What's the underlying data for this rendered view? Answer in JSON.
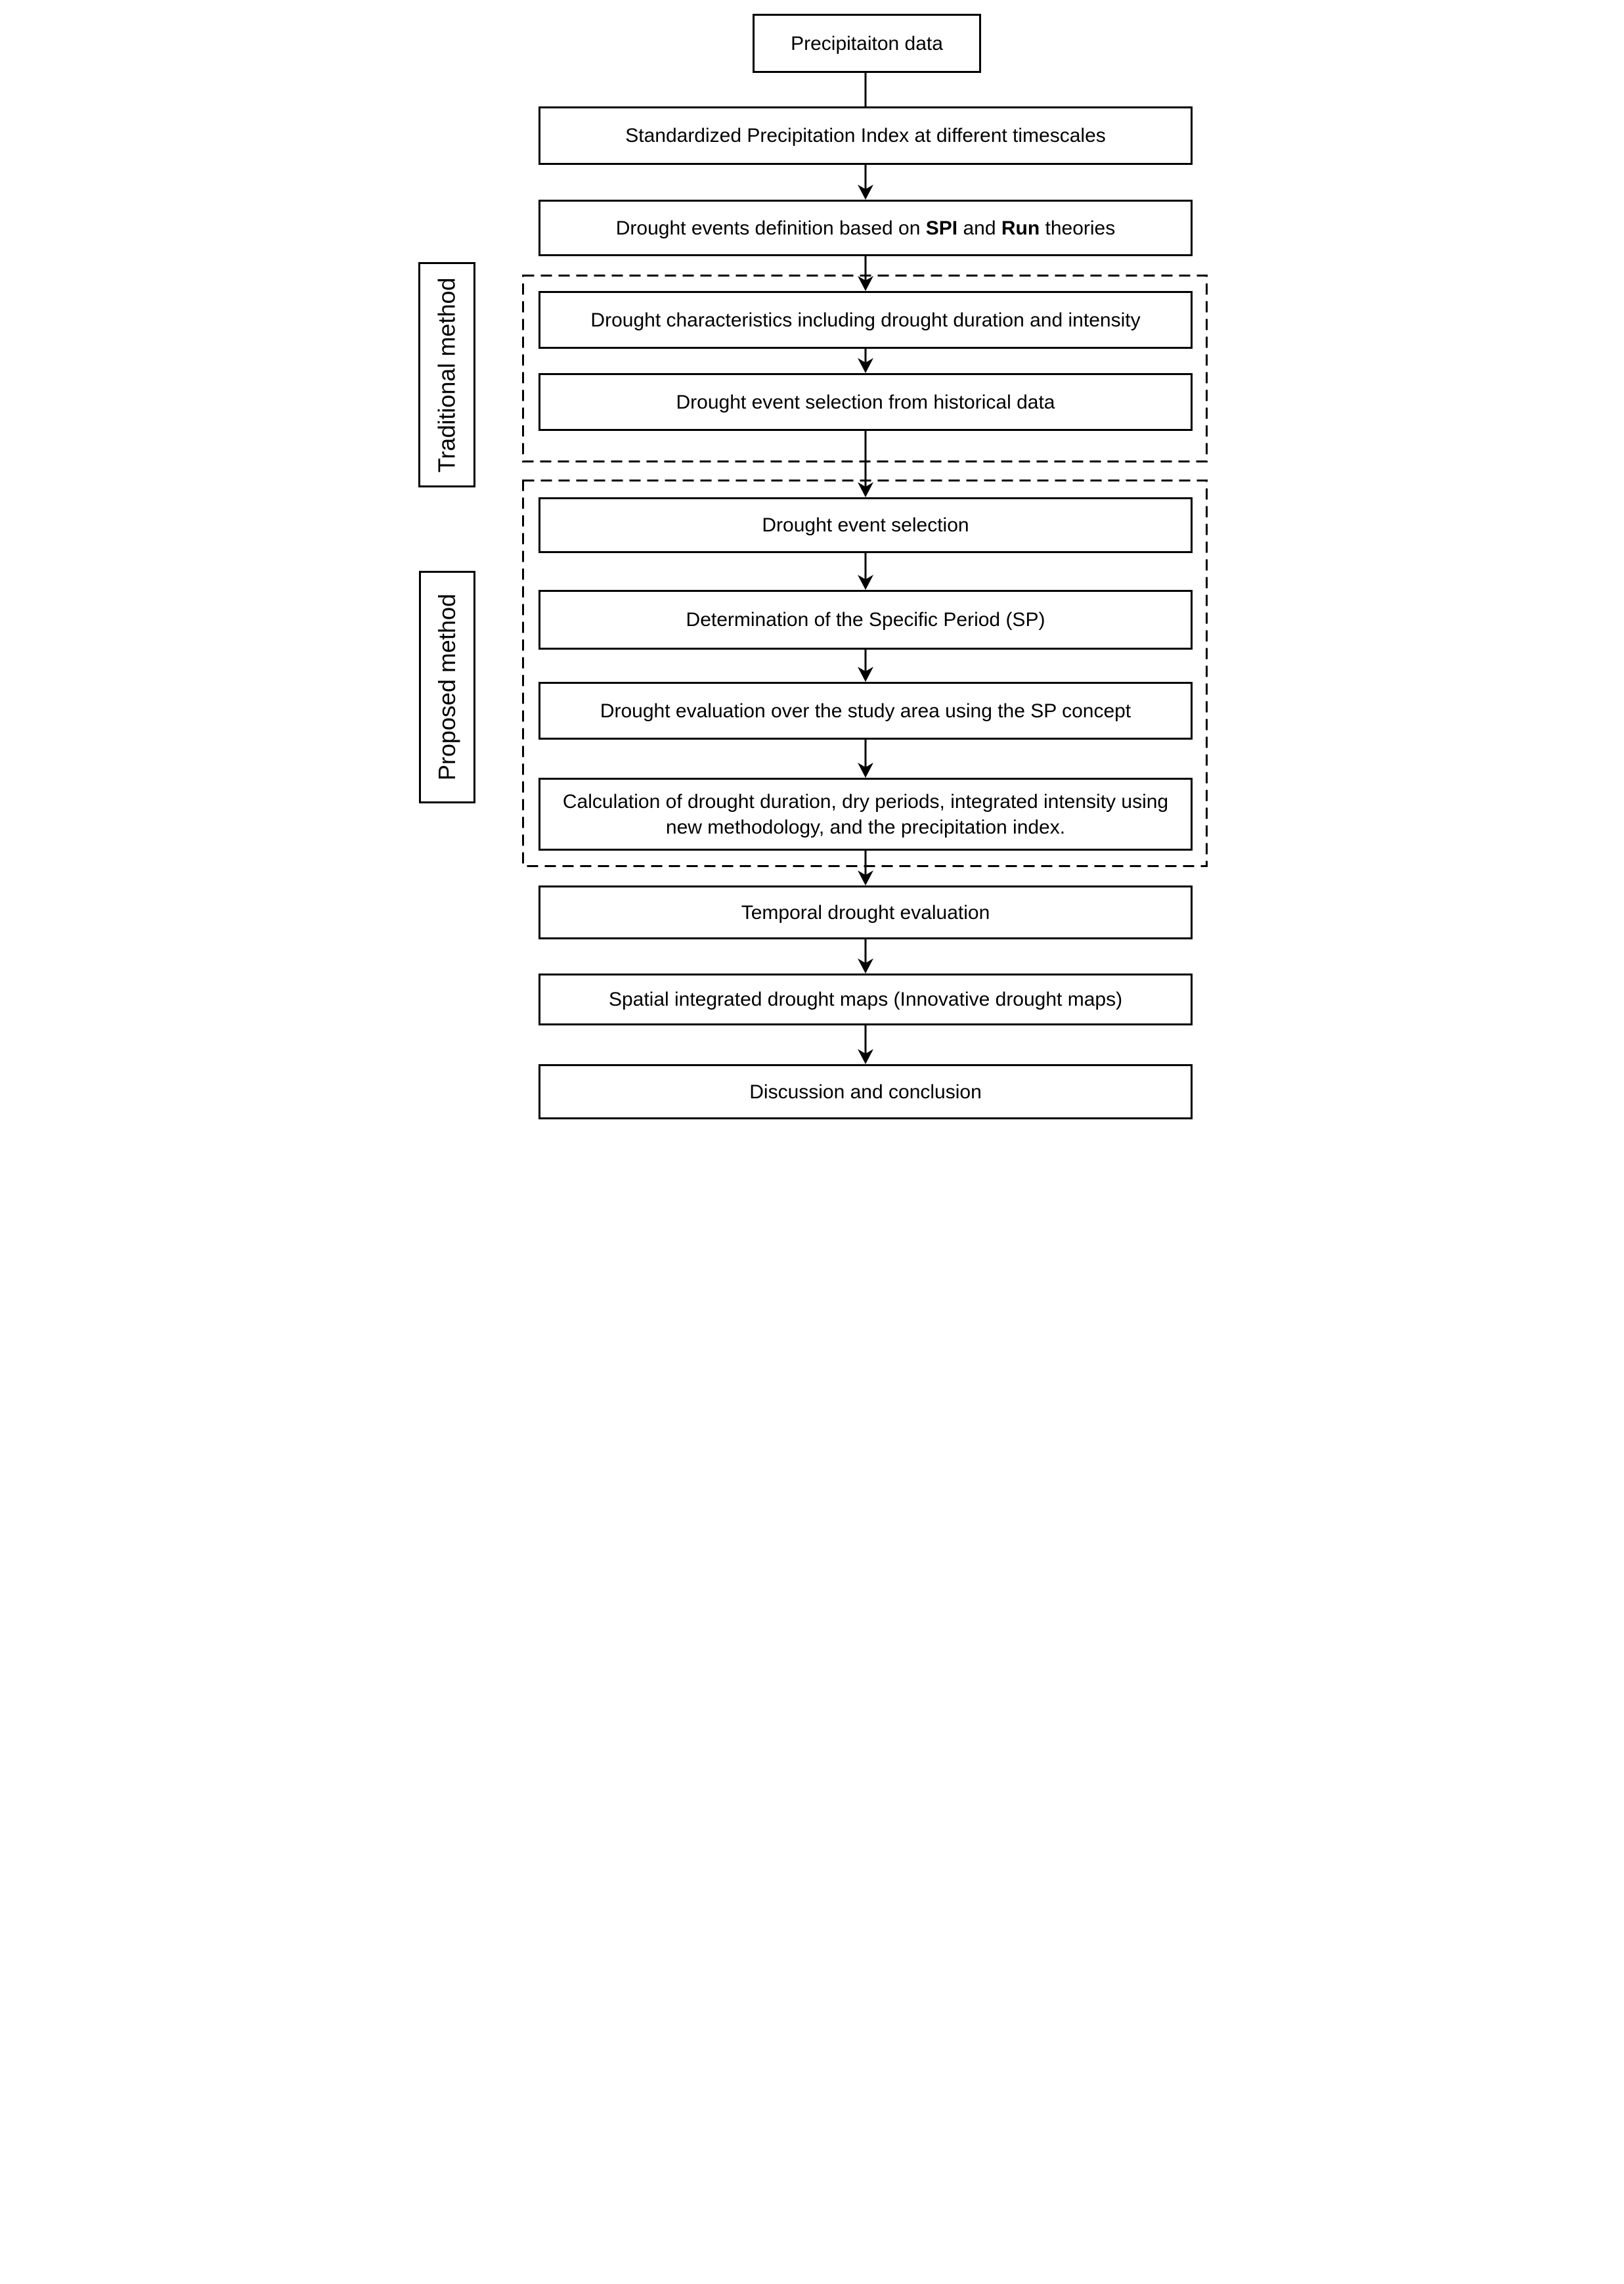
{
  "page": {
    "background_color": "#ffffff",
    "ink_color": "#000000"
  },
  "flowchart": {
    "boxes": {
      "precipitation_data": "Precipitaiton data",
      "spi_timescales": "Standardized Precipitation Index at different timescales",
      "events_definition": {
        "pre": "Drought events definition based on ",
        "bold1": "SPI",
        "mid": " and ",
        "bold2": "Run",
        "post": " theories"
      },
      "characteristics": "Drought characteristics including drought duration and intensity",
      "historical_selection": "Drought event selection from historical data",
      "event_selection": "Drought event selection",
      "specific_period": "Determination of the Specific Period (SP)",
      "sp_evaluation": "Drought evaluation over the study area using the SP concept",
      "calculation": "Calculation of drought duration, dry periods, integrated intensity using new methodology, and the precipitation index.",
      "temporal_evaluation": "Temporal drought evaluation",
      "spatial_maps": "Spatial integrated drought maps (Innovative drought maps)",
      "discussion": "Discussion and conclusion"
    },
    "groups": {
      "traditional": "Traditional method",
      "proposed": "Proposed method"
    }
  }
}
